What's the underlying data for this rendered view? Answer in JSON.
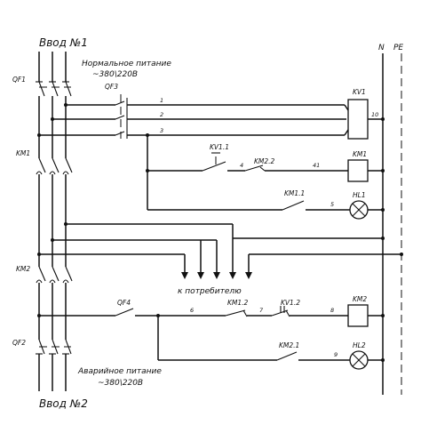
{
  "inputs": {
    "input1": "Ввод №1",
    "input2": "Ввод №2"
  },
  "supply": {
    "normal_line1": "Нормальное питание",
    "normal_line2": "~380\\220В",
    "emergency_line1": "Аварийное питание",
    "emergency_line2": "~380\\220В"
  },
  "buses": {
    "n": "N",
    "pe": "PE"
  },
  "consumers": "к потребителю",
  "devices": {
    "qf1": "QF1",
    "qf2": "QF2",
    "qf3": "QF3",
    "qf4": "QF4",
    "km1": "KM1",
    "km2": "KM2",
    "kv1": "KV1",
    "kv1_1": "KV1.1",
    "kv1_2": "KV1.2",
    "km1_1": "KM1.1",
    "km1_2": "KM1.2",
    "km2_1": "KM2.1",
    "km2_2": "KM2.2",
    "hl1": "HL1",
    "hl2": "HL2"
  },
  "wire_labels": {
    "w1": "1",
    "w2": "2",
    "w3": "3",
    "w4": "4",
    "w41": "41",
    "w5": "5",
    "w6": "6",
    "w7": "7",
    "w8": "8",
    "w9": "9",
    "w10": "10"
  },
  "colors": {
    "line": "#111111",
    "background": "#ffffff"
  }
}
